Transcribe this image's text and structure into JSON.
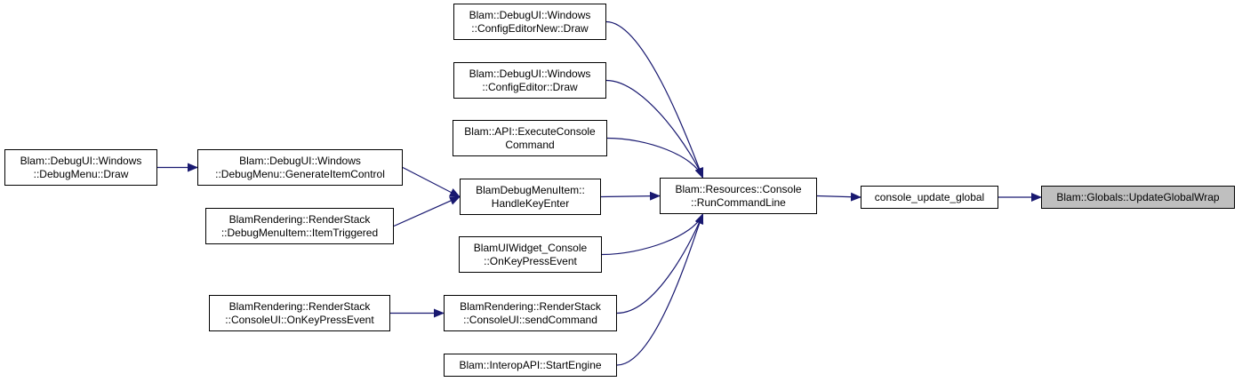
{
  "graph": {
    "edge_color": "#191970",
    "nodes": [
      {
        "id": "update_global_wrap",
        "lines": [
          "Blam::Globals::UpdateGlobalWrap"
        ],
        "fill": "#bfbfbf",
        "is_root": true
      },
      {
        "id": "console_update_global",
        "lines": [
          "console_update_global"
        ]
      },
      {
        "id": "run_command_line",
        "lines": [
          "Blam::Resources::Console",
          "::RunCommandLine"
        ]
      },
      {
        "id": "config_editor_new_draw",
        "lines": [
          "Blam::DebugUI::Windows",
          "::ConfigEditorNew::Draw"
        ]
      },
      {
        "id": "config_editor_draw",
        "lines": [
          "Blam::DebugUI::Windows",
          "::ConfigEditor::Draw"
        ]
      },
      {
        "id": "execute_console_command",
        "lines": [
          "Blam::API::ExecuteConsole",
          "Command"
        ]
      },
      {
        "id": "handle_key_enter",
        "lines": [
          "BlamDebugMenuItem::",
          "HandleKeyEnter"
        ]
      },
      {
        "id": "widget_console_on_key_press",
        "lines": [
          "BlamUIWidget_Console",
          "::OnKeyPressEvent"
        ]
      },
      {
        "id": "console_ui_send_command",
        "lines": [
          "BlamRendering::RenderStack",
          "::ConsoleUI::sendCommand"
        ]
      },
      {
        "id": "interop_start_engine",
        "lines": [
          "Blam::InteropAPI::StartEngine"
        ]
      },
      {
        "id": "generate_item_control",
        "lines": [
          "Blam::DebugUI::Windows",
          "::DebugMenu::GenerateItemControl"
        ]
      },
      {
        "id": "item_triggered",
        "lines": [
          "BlamRendering::RenderStack",
          "::DebugMenuItem::ItemTriggered"
        ]
      },
      {
        "id": "debug_menu_draw",
        "lines": [
          "Blam::DebugUI::Windows",
          "::DebugMenu::Draw"
        ]
      },
      {
        "id": "console_ui_on_key_press",
        "lines": [
          "BlamRendering::RenderStack",
          "::ConsoleUI::OnKeyPressEvent"
        ]
      }
    ],
    "edges": [
      {
        "from": "console_update_global",
        "to": "update_global_wrap"
      },
      {
        "from": "run_command_line",
        "to": "console_update_global"
      },
      {
        "from": "config_editor_new_draw",
        "to": "run_command_line"
      },
      {
        "from": "config_editor_draw",
        "to": "run_command_line"
      },
      {
        "from": "execute_console_command",
        "to": "run_command_line"
      },
      {
        "from": "handle_key_enter",
        "to": "run_command_line"
      },
      {
        "from": "widget_console_on_key_press",
        "to": "run_command_line"
      },
      {
        "from": "console_ui_send_command",
        "to": "run_command_line"
      },
      {
        "from": "interop_start_engine",
        "to": "run_command_line"
      },
      {
        "from": "generate_item_control",
        "to": "handle_key_enter"
      },
      {
        "from": "item_triggered",
        "to": "handle_key_enter"
      },
      {
        "from": "debug_menu_draw",
        "to": "generate_item_control"
      },
      {
        "from": "console_ui_on_key_press",
        "to": "console_ui_send_command"
      }
    ]
  }
}
